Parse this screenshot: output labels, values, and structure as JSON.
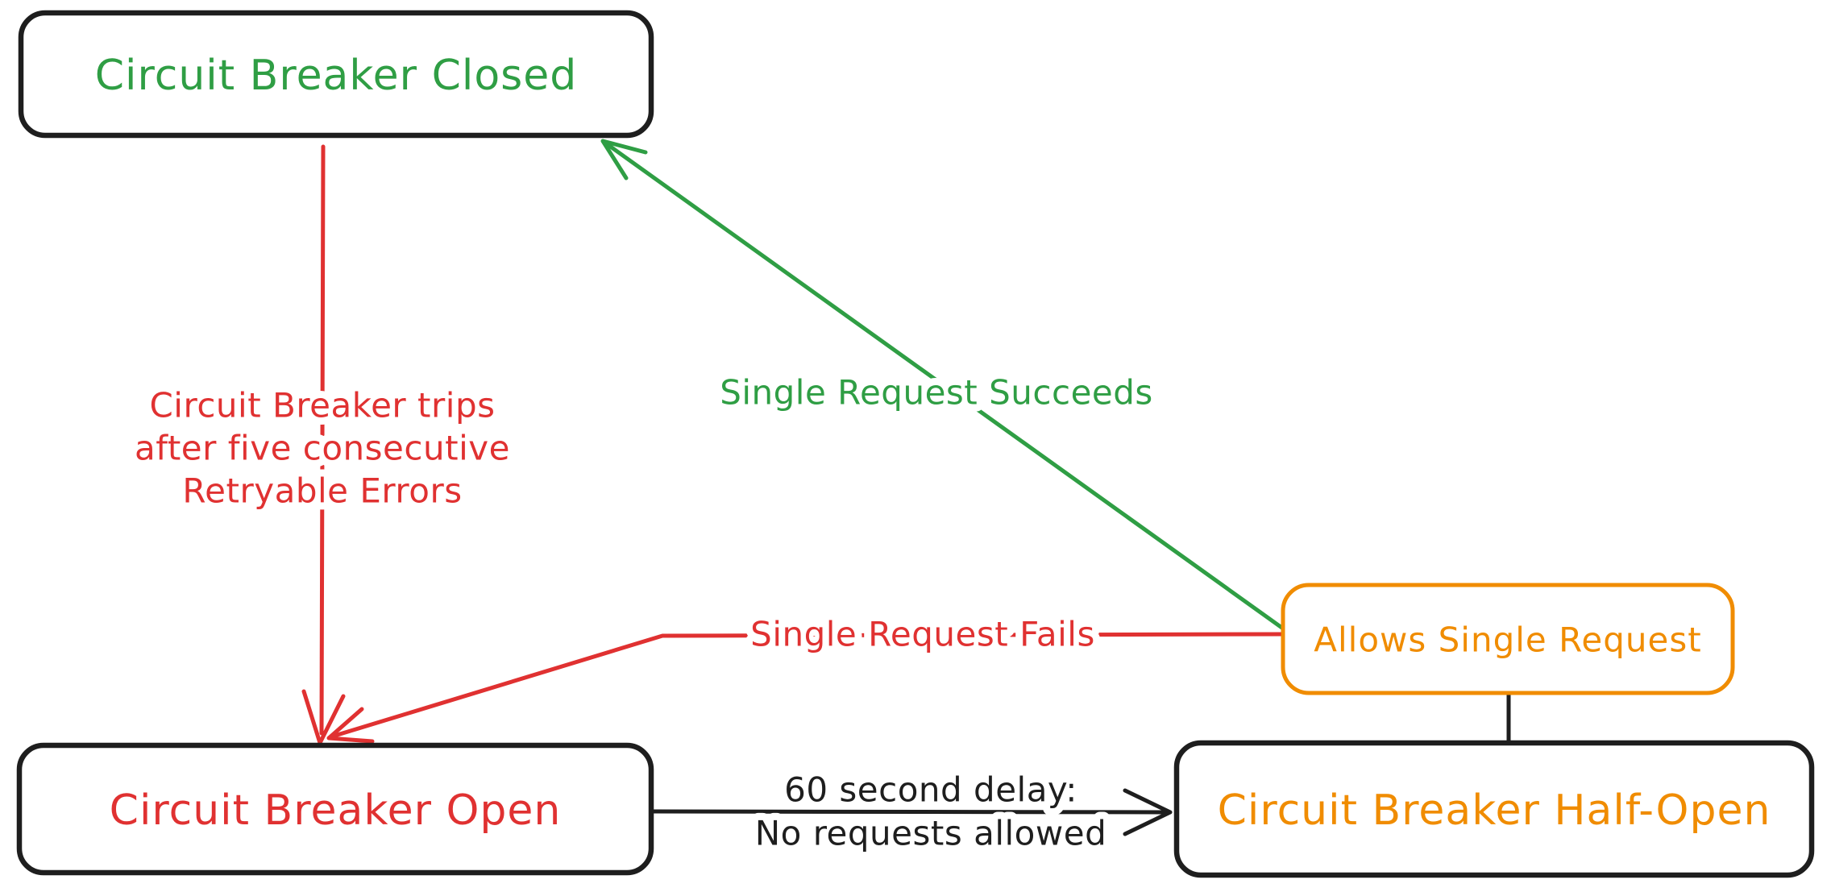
{
  "canvas": {
    "background": "#ffffff"
  },
  "palette": {
    "green": "#2f9e44",
    "red": "#e03131",
    "orange": "#f08c00",
    "ink": "#1e1e1e",
    "node_fill": "#ffffff"
  },
  "nodes": {
    "closed": {
      "label": "Circuit Breaker Closed",
      "text_color": "#2f9e44",
      "border_color": "#1e1e1e"
    },
    "open": {
      "label": "Circuit Breaker Open",
      "text_color": "#e03131",
      "border_color": "#1e1e1e"
    },
    "half_open": {
      "label": "Circuit Breaker Half-Open",
      "text_color": "#f08c00",
      "border_color": "#1e1e1e"
    },
    "allows": {
      "label": "Allows Single Request",
      "text_color": "#f08c00",
      "border_color": "#f08c00"
    }
  },
  "edges": {
    "trips": {
      "from": "closed",
      "to": "open",
      "color": "#e03131",
      "label_lines": [
        "Circuit Breaker trips",
        "after five consecutive",
        "Retryable Errors"
      ]
    },
    "succeeds": {
      "from": "allows",
      "to": "closed",
      "color": "#2f9e44",
      "label": "Single Request Succeeds"
    },
    "fails": {
      "from": "allows",
      "to": "open",
      "color": "#e03131",
      "label": "Single Request Fails"
    },
    "delay": {
      "from": "open",
      "to": "half_open",
      "color": "#1e1e1e",
      "label_lines": [
        "60 second delay:",
        "No requests allowed"
      ]
    },
    "probe_link": {
      "from": "half_open",
      "to": "allows",
      "color": "#1e1e1e"
    }
  }
}
